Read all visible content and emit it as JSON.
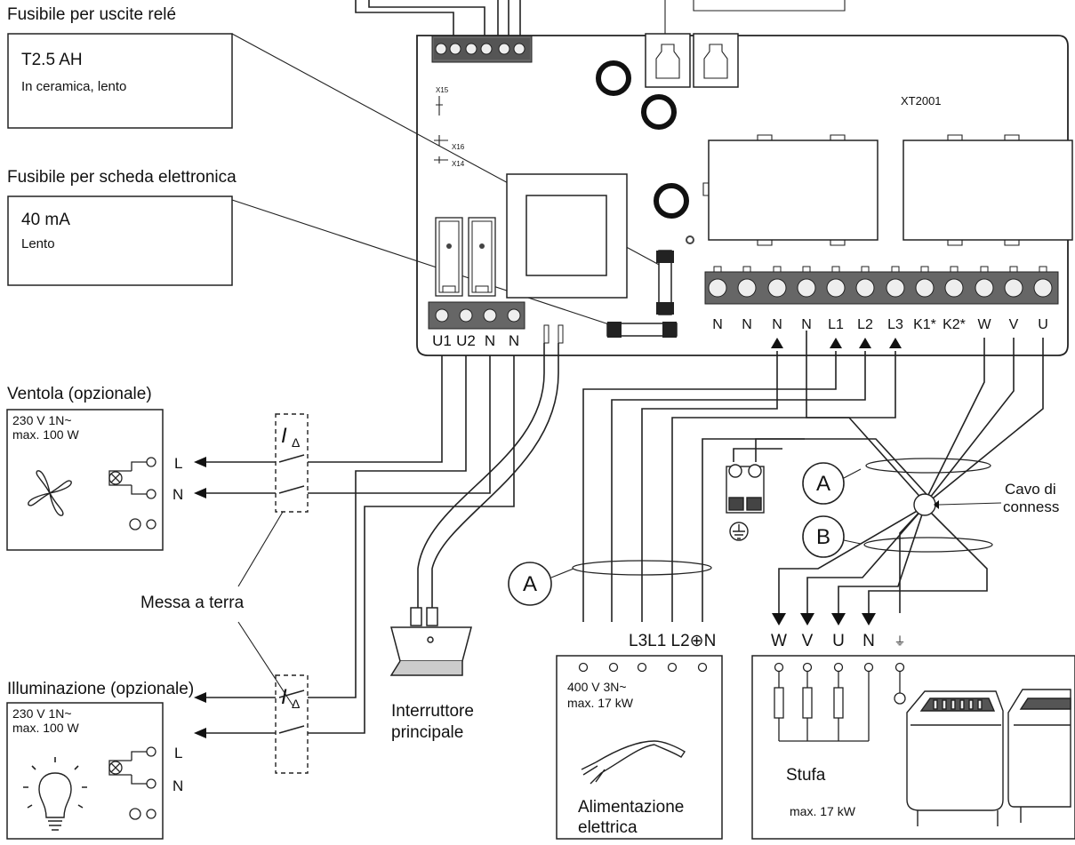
{
  "fuse_relay": {
    "heading": "Fusibile per uscite relé",
    "rating": "T2.5 AH",
    "desc": "In ceramica, lento"
  },
  "fuse_board": {
    "heading": "Fusibile per scheda elettronica",
    "rating": "40 mA",
    "desc": "Lento"
  },
  "board": {
    "model": "XT2001",
    "x15": "X15",
    "x16": "X16",
    "x14": "X14"
  },
  "left_terminals": [
    "U1",
    "U2",
    "N",
    "N"
  ],
  "right_terminals": [
    "N",
    "N",
    "N",
    "N",
    "L1",
    "L2",
    "L3",
    "K1*",
    "K2*",
    "W",
    "V",
    "U"
  ],
  "fan": {
    "title": "Ventola (opzionale)",
    "spec1": "230 V 1N~",
    "spec2": "max. 100 W",
    "l": "L",
    "n": "N"
  },
  "light": {
    "title": "Illuminazione (opzionale)",
    "spec1": "230 V 1N~",
    "spec2": "max. 100 W",
    "l": "L",
    "n": "N"
  },
  "rcd_symbol": "I",
  "rcd_sub": "Δ",
  "earthing": "Messa a terra",
  "switch": {
    "line1": "Interruttore",
    "line2": "principale"
  },
  "cable_a": "A",
  "cable_b": "B",
  "connection_cable": {
    "line1": "Cavo di",
    "line2": "conness"
  },
  "supply": {
    "terminals": "L3L1 L2⊕N",
    "spec1": "400 V 3N~",
    "spec2": "max. 17 kW",
    "name1": "Alimentazione",
    "name2": "elettrica"
  },
  "heater": {
    "terminals": [
      "W",
      "V",
      "U",
      "N"
    ],
    "name": "Stufa",
    "power": "max. 17 kW"
  },
  "earth_glyph": "⏚"
}
